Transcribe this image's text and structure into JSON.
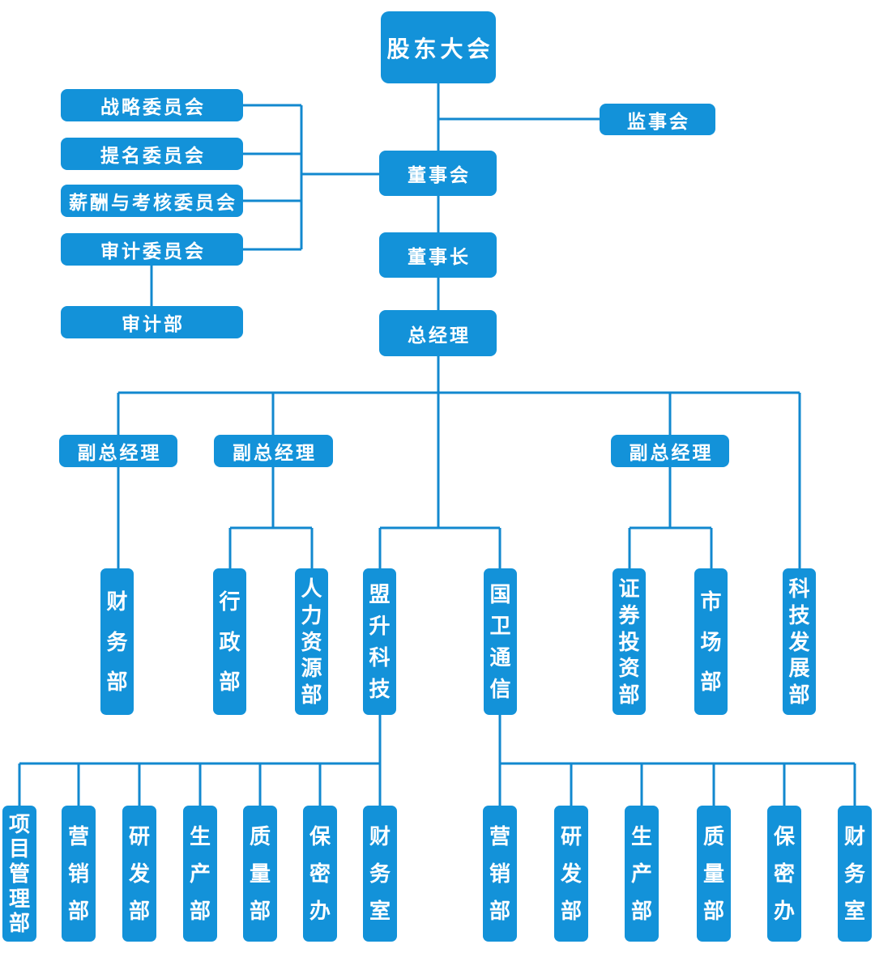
{
  "colors": {
    "node_fill": "#1392d9",
    "connector": "#1288cf",
    "text": "#ffffff",
    "background": "#ffffff"
  },
  "nodes": {
    "shareholders": "股东大会",
    "supervisory": "监事会",
    "committees": [
      "战略委员会",
      "提名委员会",
      "薪酬与考核委员会",
      "审计委员会"
    ],
    "audit_dept": "审计部",
    "board": "董事会",
    "chairman": "董事长",
    "general_manager": "总经理",
    "deputy_gms": [
      "副总经理",
      "副总经理",
      "副总经理"
    ],
    "mid_departments": [
      "财务部",
      "行政部",
      "人力资源部",
      "盟升科技",
      "国卫通信",
      "证券投资部",
      "市场部",
      "科技发展部"
    ],
    "mengsheng_departments": [
      "项目管理部",
      "营销部",
      "研发部",
      "生产部",
      "质量部",
      "保密办",
      "财务室"
    ],
    "guowei_departments": [
      "营销部",
      "研发部",
      "生产部",
      "质量部",
      "保密办",
      "财务室"
    ]
  }
}
